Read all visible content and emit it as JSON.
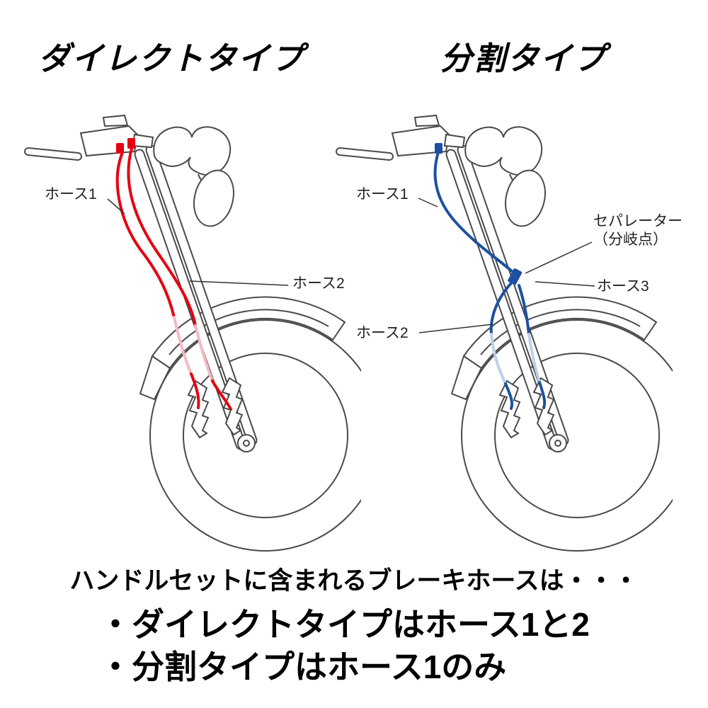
{
  "titles": {
    "direct": "ダイレクトタイプ",
    "split": "分割タイプ"
  },
  "direct_diagram": {
    "hose1": "ホース1",
    "hose2": "ホース2"
  },
  "split_diagram": {
    "hose1": "ホース1",
    "separator": "セパレーター",
    "separator_sub": "（分岐点）",
    "hose3": "ホース3",
    "hose2": "ホース2"
  },
  "footer": {
    "intro": "ハンドルセットに含まれるブレーキホースは・・・",
    "bullet1": "・ダイレクトタイプはホース1と2",
    "bullet2": "・分割タイプはホース1のみ"
  },
  "colors": {
    "hose_red": "#e60012",
    "hose_red_pale": "#f5b9c2",
    "hose_blue": "#1d50a2",
    "hose_blue_pale": "#bdd1ea",
    "outline": "#4a4a4a",
    "text": "#000000"
  }
}
